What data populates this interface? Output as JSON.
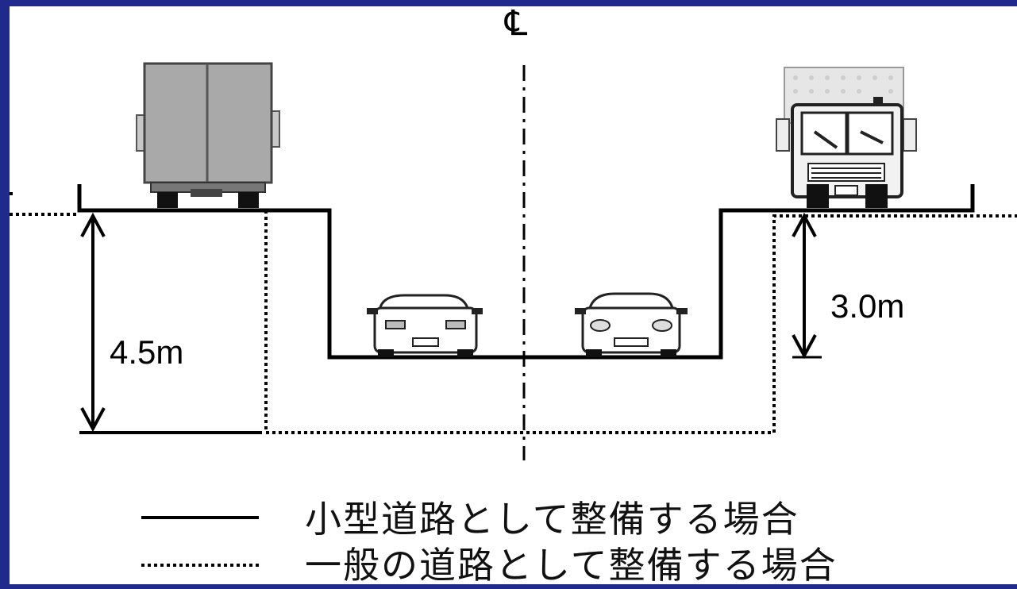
{
  "diagram": {
    "centerline_symbol": "℄",
    "left_dimension": "4.5m",
    "right_dimension": "3.0m",
    "colors": {
      "background": "#1f2a8c",
      "canvas": "#ffffff",
      "line": "#000000",
      "vehicle_fill": "#a9a9a9"
    }
  },
  "legend": {
    "items": [
      {
        "line_style": "solid",
        "label": "小型道路として整備する場合"
      },
      {
        "line_style": "dotted",
        "label": "一般の道路として整備する場合"
      }
    ]
  }
}
